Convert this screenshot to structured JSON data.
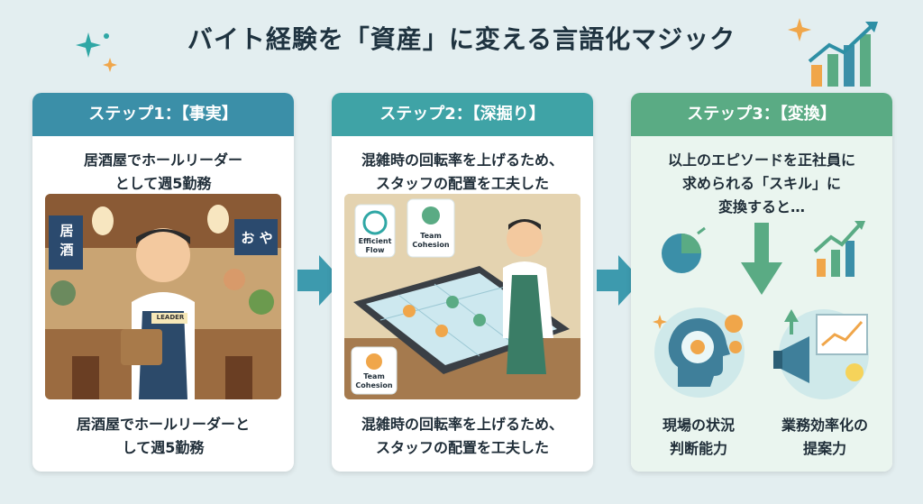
{
  "title": "バイト経験を「資産」に変える言語化マジック",
  "steps": [
    {
      "header": "ステップ1：【事実】",
      "top_text_line1": "居酒屋でホールリーダー",
      "top_text_line2": "として週5勤務",
      "bottom_text_line1": "居酒屋でホールリーダーと",
      "bottom_text_line2": "して週5勤務",
      "sign_left": "居 酒",
      "sign_right": "お や",
      "badge": "LEADER"
    },
    {
      "header": "ステップ2：【深掘り】",
      "top_text_line1": "混雑時の回転率を上げるため、",
      "top_text_line2": "スタッフの配置を工夫した",
      "bottom_text_line1": "混雑時の回転率を上げるため、",
      "bottom_text_line2": "スタッフの配置を工夫した",
      "icon_labels": [
        "Efficient Flow",
        "Team Cohesion",
        "Team Cohesion"
      ]
    },
    {
      "header": "ステップ3：【変換】",
      "top_text_line1": "以上のエピソードを正社員に",
      "top_text_line2": "求められる「スキル」に",
      "top_text_line3": "変換すると…",
      "skill1_line1": "現場の状況",
      "skill1_line2": "判断能力",
      "skill2_line1": "業務効率化の",
      "skill2_line2": "提案力"
    }
  ],
  "colors": {
    "step1": "#3b8fa8",
    "step2": "#3fa3a6",
    "step3": "#5aab84",
    "arrow": "#3d9aae"
  }
}
